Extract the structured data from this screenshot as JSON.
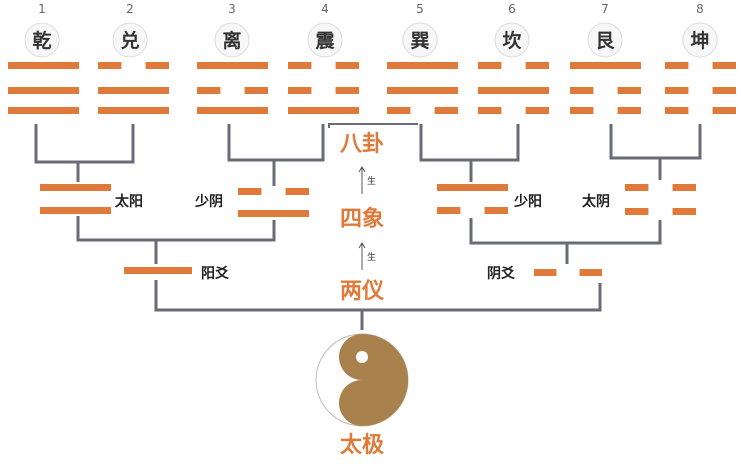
{
  "colors": {
    "bar": "#e07a3a",
    "connector": "#6b6b78",
    "label": "#e07a3a",
    "taiji": "#a8814c"
  },
  "trigrams": [
    {
      "number": "1",
      "name": "乾",
      "lines": [
        1,
        1,
        1
      ]
    },
    {
      "number": "2",
      "name": "兑",
      "lines": [
        0,
        1,
        1
      ]
    },
    {
      "number": "3",
      "name": "离",
      "lines": [
        1,
        0,
        1
      ]
    },
    {
      "number": "4",
      "name": "震",
      "lines": [
        0,
        0,
        1
      ]
    },
    {
      "number": "5",
      "name": "巽",
      "lines": [
        1,
        1,
        0
      ]
    },
    {
      "number": "6",
      "name": "坎",
      "lines": [
        0,
        1,
        0
      ]
    },
    {
      "number": "7",
      "name": "艮",
      "lines": [
        1,
        0,
        0
      ]
    },
    {
      "number": "8",
      "name": "坤",
      "lines": [
        0,
        0,
        0
      ]
    }
  ],
  "bigrams": [
    {
      "name": "太阳",
      "lines": [
        1,
        1
      ]
    },
    {
      "name": "少阴",
      "lines": [
        0,
        1
      ]
    },
    {
      "name": "少阳",
      "lines": [
        1,
        0
      ]
    },
    {
      "name": "太阴",
      "lines": [
        0,
        0
      ]
    }
  ],
  "monograms": [
    {
      "name": "阳爻",
      "lines": [
        1
      ]
    },
    {
      "name": "阴爻",
      "lines": [
        0
      ]
    }
  ],
  "stages": {
    "bagua": "八卦",
    "sixiang": "四象",
    "liangyi": "两仪",
    "taiji": "太极",
    "arrow_label": "生"
  }
}
